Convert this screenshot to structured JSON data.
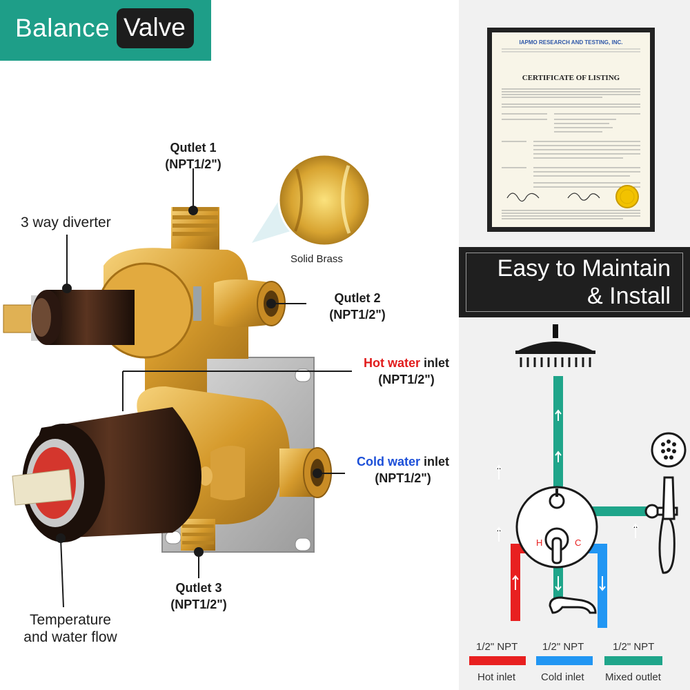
{
  "badge": {
    "word1": "Balance",
    "word2": "Valve"
  },
  "callouts": {
    "outlet1": {
      "line1": "Qutlet 1",
      "line2": "(NPT1/2\")"
    },
    "diverter": "3 way diverter",
    "solid_brass": "Solid Brass",
    "outlet2": {
      "line1": "Qutlet 2",
      "line2": "(NPT1/2\")"
    },
    "hot": {
      "colored": "Hot water",
      "rest": " inlet",
      "line2": "(NPT1/2\")"
    },
    "cold": {
      "colored": "Cold water",
      "rest": " inlet",
      "line2": "(NPT1/2\")"
    },
    "outlet3": {
      "line1": "Qutlet 3",
      "line2": "(NPT1/2\")"
    },
    "temperature": {
      "line1": "Temperature",
      "line2": "and water flow"
    }
  },
  "certificate": {
    "org": "IAPMO RESEARCH AND TESTING, INC.",
    "title": "CERTIFICATE OF LISTING"
  },
  "maintain": {
    "line1": "Easy to Maintain",
    "line2": "& Install"
  },
  "diagram": {
    "hot_letter": "H",
    "cold_letter": "C"
  },
  "legend": [
    {
      "npt": "1/2\" NPT",
      "label": "Hot inlet",
      "color": "#e82020"
    },
    {
      "npt": "1/2\" NPT",
      "label": "Cold inlet",
      "color": "#2196f3"
    },
    {
      "npt": "1/2\" NPT",
      "label": "Mixed outlet",
      "color": "#1fa58a"
    }
  ],
  "colors": {
    "accent": "#1e9e88",
    "brass": "#d9a030",
    "bronze": "#2a1a12",
    "hot": "#e82020",
    "cold": "#2196f3",
    "mixed": "#1fa58a"
  }
}
